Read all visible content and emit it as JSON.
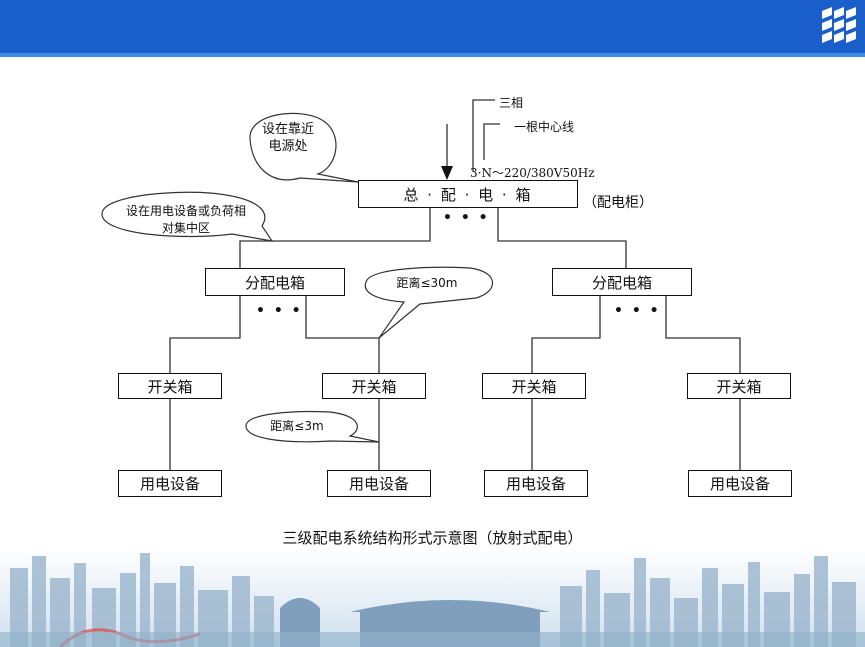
{
  "header": {
    "brand_color": "#1a5fc9",
    "logo_icon": "building-logo-icon"
  },
  "diagram": {
    "main_box": "总 · 配 · 电 · 箱",
    "main_box_note": "（配电柜）",
    "annotation_three_phase": "三相",
    "annotation_neutral": "一根中心线",
    "annotation_voltage": "3·N～220/380V50Hz",
    "bubble_main": "设在靠近电源处",
    "bubble_sub": "设在用电设备或负荷相对集中区",
    "distance_30m": "距离≤30m",
    "distance_3m": "距离≤3m",
    "sub_box_left": "分配电箱",
    "sub_box_right": "分配电箱",
    "switch_boxes": [
      "开关箱",
      "开关箱",
      "开关箱",
      "开关箱"
    ],
    "equipment_boxes": [
      "用电设备",
      "用电设备",
      "用电设备",
      "用电设备"
    ],
    "ellipsis": "• • •"
  },
  "caption": "三级配电系统结构形式示意图（放射式配电）"
}
